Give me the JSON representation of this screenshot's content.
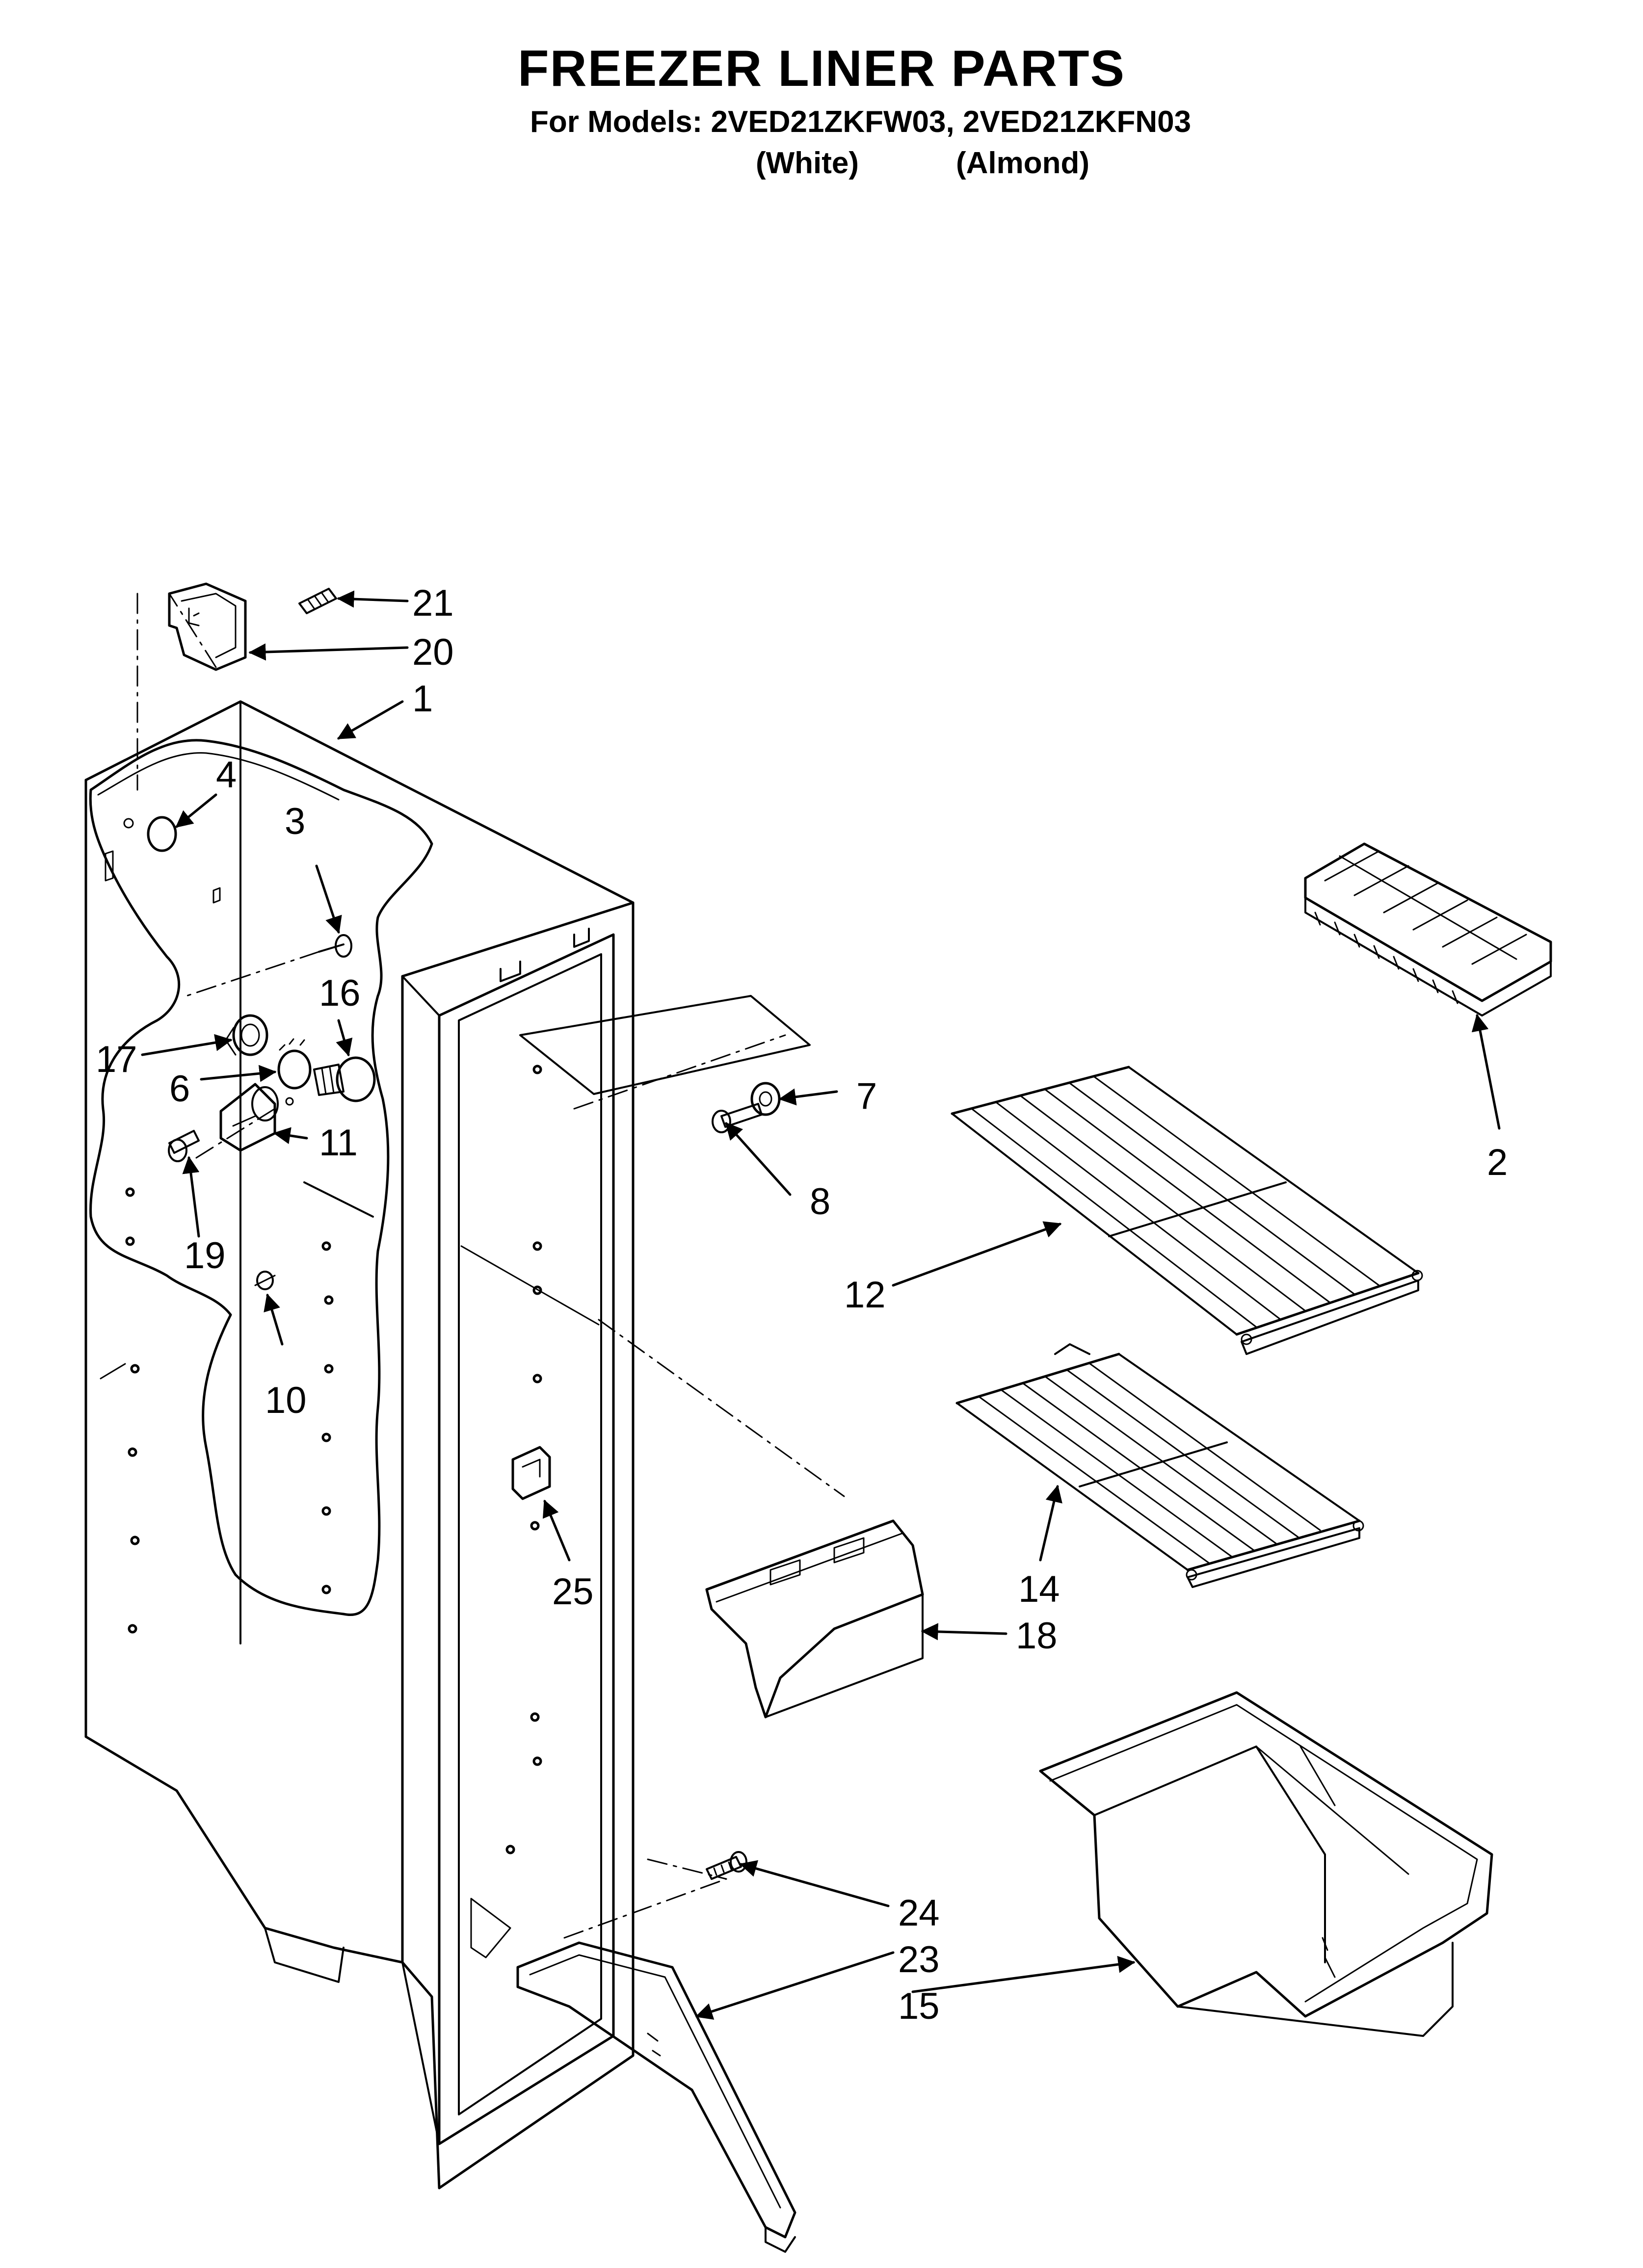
{
  "header": {
    "title": "FREEZER LINER PARTS",
    "models_line": "For Models: 2VED21ZKFW03, 2VED21ZKFN03",
    "colors": [
      "(White)",
      "(Almond)"
    ]
  },
  "callouts": [
    "21",
    "20",
    "1",
    "4",
    "3",
    "16",
    "17",
    "6",
    "11",
    "19",
    "10",
    "7",
    "8",
    "2",
    "12",
    "14",
    "18",
    "25",
    "24",
    "23",
    "15"
  ],
  "line_color": "#000000",
  "background_color": "#ffffff"
}
